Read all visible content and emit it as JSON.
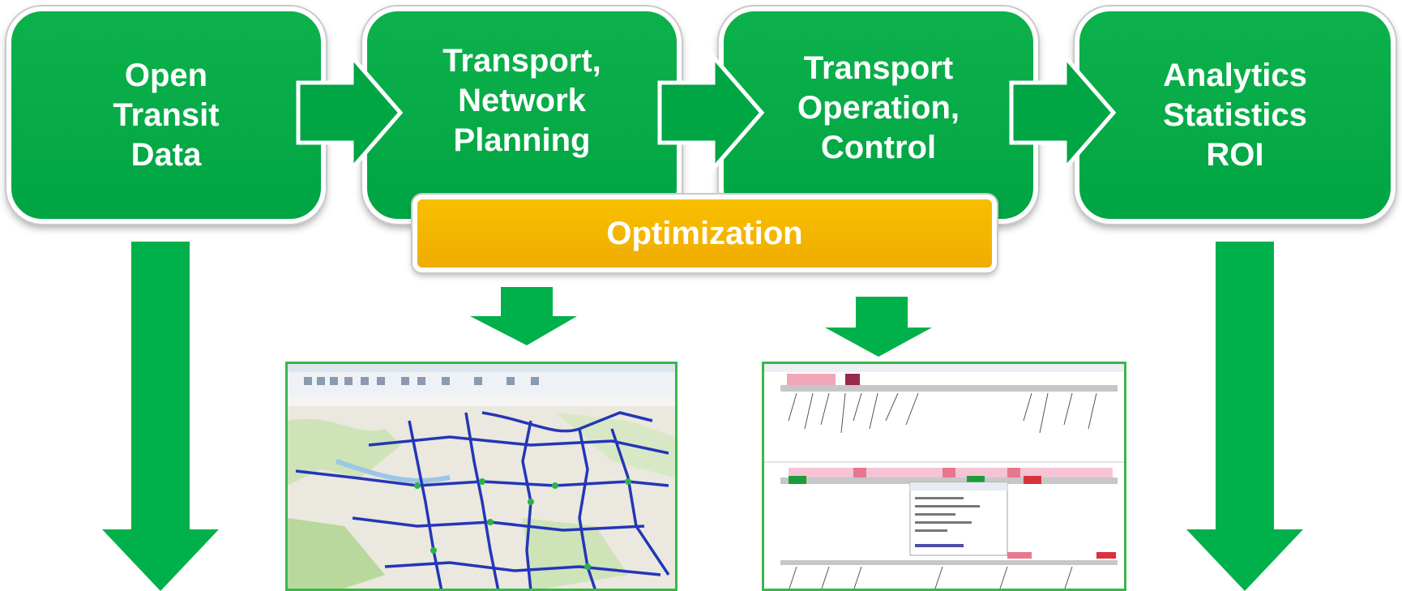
{
  "stages": [
    {
      "label": "Open\nTransit\nData"
    },
    {
      "label": "Transport,\nNetwork\nPlanning"
    },
    {
      "label": "Transport\nOperation,\nControl"
    },
    {
      "label": "Analytics\nStatistics\nROI"
    }
  ],
  "optimization": {
    "label": "Optimization"
  },
  "colors": {
    "green": "#00a544",
    "yellow": "#f5b400",
    "white": "#ffffff"
  }
}
